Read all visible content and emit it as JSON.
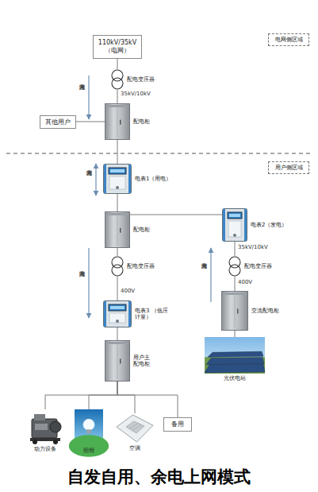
{
  "diagram": {
    "caption": "自发自用、余电上网模式",
    "nodes": [
      {
        "text": [
          "110kV/35kV （电网）"
        ]
      },
      {
        "text": [
          "电网侧区域"
        ]
      },
      {
        "text": [
          "配电变压器"
        ]
      },
      {
        "text": [
          "其他用户"
        ]
      },
      {
        "text": [
          "配电柜"
        ]
      },
      {
        "text": [
          "用户侧区域"
        ]
      },
      {
        "text": [
          "电表1（用电）"
        ]
      },
      {
        "text": [
          "配电柜"
        ]
      },
      {
        "text": [
          "电表2（发电）"
        ]
      },
      {
        "text": [
          "配电变压器"
        ]
      },
      {
        "text": [
          "配电变压器"
        ]
      },
      {
        "text": [
          "电表3 （低压计量）"
        ]
      },
      {
        "text": [
          "交流配电柜"
        ]
      },
      {
        "text": [
          "用户主 配电柜"
        ]
      },
      {
        "text": [
          "光伏电站"
        ]
      },
      {
        "text": [
          "动力设备"
        ]
      },
      {
        "text": [
          "照明"
        ]
      },
      {
        "text": [
          "空调"
        ]
      },
      {
        "text": [
          "备用"
        ]
      }
    ],
    "edges": [
      {
        "from": 0,
        "to": 2,
        "arrow": "none"
      },
      {
        "from": 2,
        "to": 4,
        "arrow": "none"
      },
      {
        "from": 4,
        "to": 3,
        "arrow": "none"
      },
      {
        "from": 4,
        "to": 6,
        "arrow": "none"
      },
      {
        "from": 6,
        "to": 7,
        "arrow": "none"
      },
      {
        "from": 7,
        "to": 8,
        "arrow": "none"
      },
      {
        "from": 7,
        "to": 9,
        "arrow": "none"
      },
      {
        "from": 9,
        "to": 11,
        "arrow": "none"
      },
      {
        "from": 11,
        "to": 13,
        "arrow": "none"
      },
      {
        "from": 13,
        "to": 15,
        "arrow": "none"
      },
      {
        "from": 13,
        "to": 16,
        "arrow": "none"
      },
      {
        "from": 13,
        "to": 17,
        "arrow": "none"
      },
      {
        "from": 13,
        "to": 18,
        "arrow": "none"
      },
      {
        "from": 8,
        "to": 10,
        "arrow": "none"
      },
      {
        "from": 10,
        "to": 12,
        "arrow": "none"
      },
      {
        "from": 12,
        "to": 14,
        "arrow": "none"
      }
    ],
    "labels": [
      "潮流方向",
      "35kV/10kV",
      "潮流方向",
      "35kV/10kV",
      "潮流方向",
      "400V",
      "400V",
      "潮流方向"
    ]
  }
}
